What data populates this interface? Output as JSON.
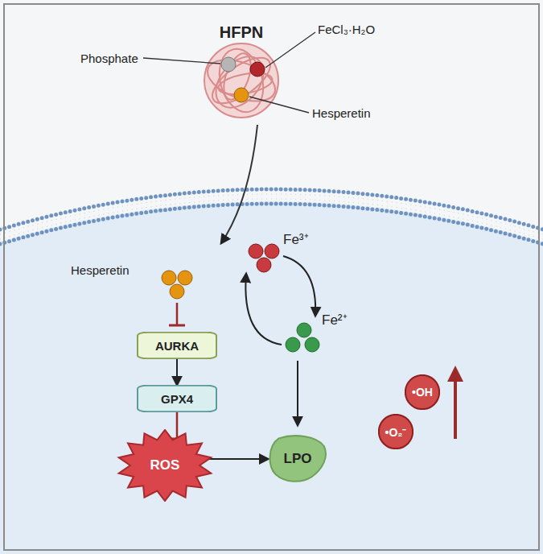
{
  "diagram": {
    "nodes": [
      {
        "text": [
          "AURKA"
        ]
      },
      {
        "text": [
          "GPX4"
        ]
      },
      {
        "text": [
          "ROS"
        ]
      },
      {
        "text": [
          "LPO"
        ]
      },
      {
        "text": [
          "•OH"
        ]
      },
      {
        "text": [
          "•O₂⁻"
        ]
      }
    ],
    "edges": [
      {
        "from": 0,
        "to": 1,
        "arrow": "to"
      },
      {
        "from": 1,
        "to": 2,
        "arrow": "to"
      },
      {
        "from": 2,
        "to": 3,
        "arrow": "to"
      }
    ],
    "labels": [
      "HFPN",
      "Phosphate",
      "FeCl₃·H₂O",
      "Hesperetin",
      "Hesperetin",
      "Fe³⁺",
      "Fe²⁺"
    ]
  }
}
